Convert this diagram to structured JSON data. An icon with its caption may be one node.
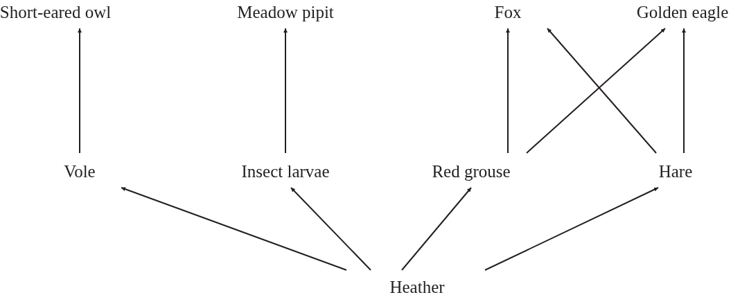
{
  "diagram": {
    "nodes": [
      {
        "text": [
          "Short-eared owl"
        ]
      },
      {
        "text": [
          "Meadow pipit"
        ]
      },
      {
        "text": [
          "Fox"
        ]
      },
      {
        "text": [
          "Golden eagle"
        ]
      },
      {
        "text": [
          "Vole"
        ]
      },
      {
        "text": [
          "Insect larvae"
        ]
      },
      {
        "text": [
          "Red grouse"
        ]
      },
      {
        "text": [
          "Hare"
        ]
      },
      {
        "text": [
          "Heather"
        ]
      }
    ],
    "edges": [
      {
        "from": 4,
        "to": 0,
        "arrow": "to"
      },
      {
        "from": 5,
        "to": 1,
        "arrow": "to"
      },
      {
        "from": 6,
        "to": 2,
        "arrow": "to"
      },
      {
        "from": 6,
        "to": 3,
        "arrow": "to"
      },
      {
        "from": 7,
        "to": 2,
        "arrow": "to"
      },
      {
        "from": 7,
        "to": 3,
        "arrow": "to"
      },
      {
        "from": 8,
        "to": 4,
        "arrow": "to"
      },
      {
        "from": 8,
        "to": 5,
        "arrow": "to"
      },
      {
        "from": 8,
        "to": 6,
        "arrow": "to"
      },
      {
        "from": 8,
        "to": 7,
        "arrow": "to"
      }
    ]
  }
}
